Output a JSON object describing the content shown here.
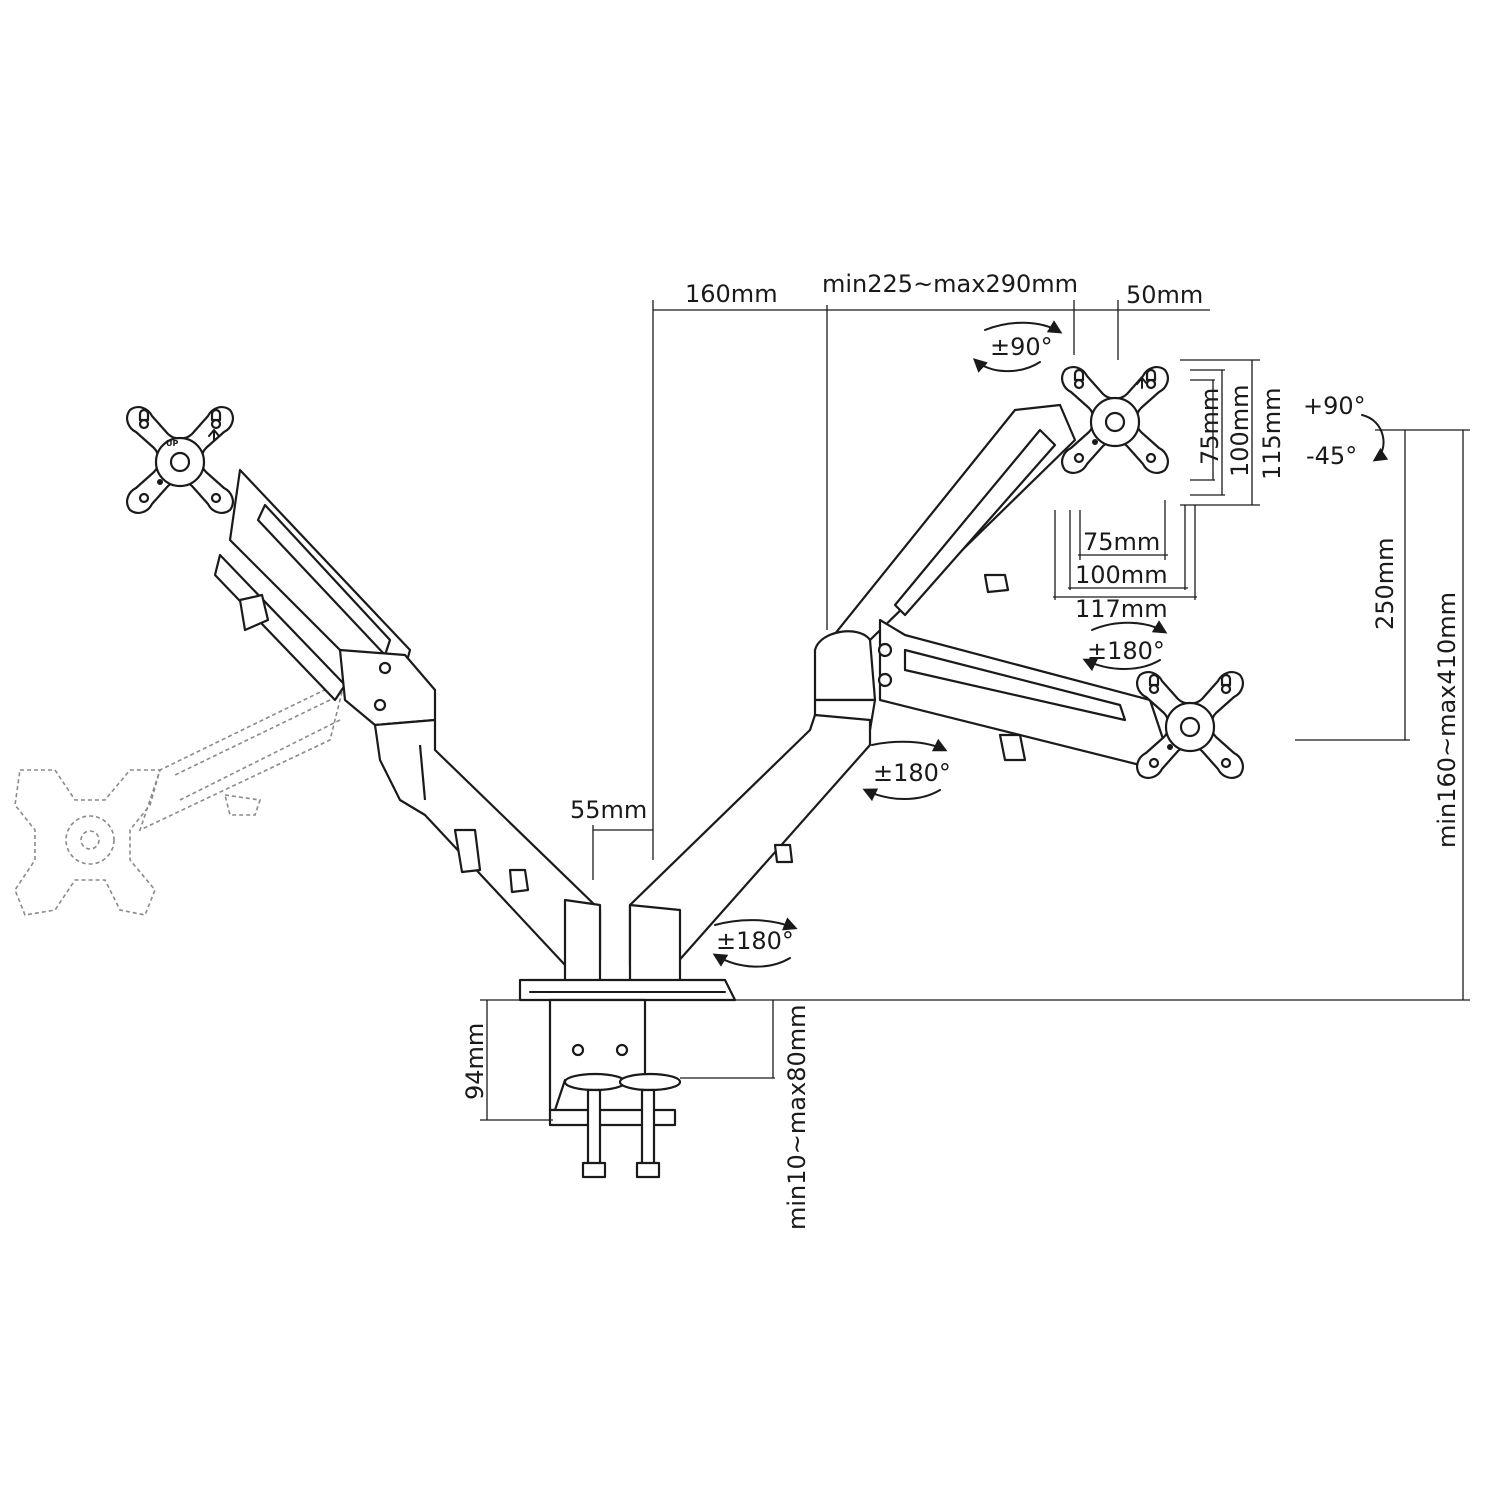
{
  "dimensions": {
    "arm_offset": "160mm",
    "arm_reach": "min225~max290mm",
    "head_offset": "50mm",
    "pole_width": "55mm",
    "vesa_75_h": "75mm",
    "vesa_100_h": "100mm",
    "plate_h": "115mm",
    "vesa_75_w": "75mm",
    "vesa_100_w": "100mm",
    "plate_w": "117mm",
    "arm_height": "250mm",
    "total_height": "min160~max410mm",
    "clamp_height": "94mm",
    "desk_thickness": "min10~max80mm"
  },
  "rotations": {
    "swivel_head": "±90°",
    "tilt_up": "+90°",
    "tilt_down": "-45°",
    "rotate_plate": "±180°",
    "rotate_elbow": "±180°",
    "rotate_base": "±180°"
  },
  "markings": {
    "up_label": "UP"
  }
}
